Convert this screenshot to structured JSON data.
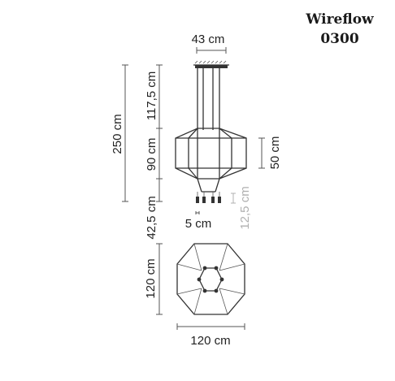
{
  "product": {
    "name": "Wireflow",
    "code": "0300"
  },
  "dimensions": {
    "canopy_width": "43 cm",
    "total_height": "250 cm",
    "cable_length": "117,5 cm",
    "body_height": "90 cm",
    "bottom_height": "42,5 cm",
    "shade_height": "50 cm",
    "bulb_spacing": "5 cm",
    "bulb_height": "12,5 cm",
    "plan_depth": "120 cm",
    "plan_width": "120 cm"
  },
  "colors": {
    "line": "#333333",
    "dimension_line": "#555555",
    "dimension_secondary": "#b0b0b0"
  }
}
